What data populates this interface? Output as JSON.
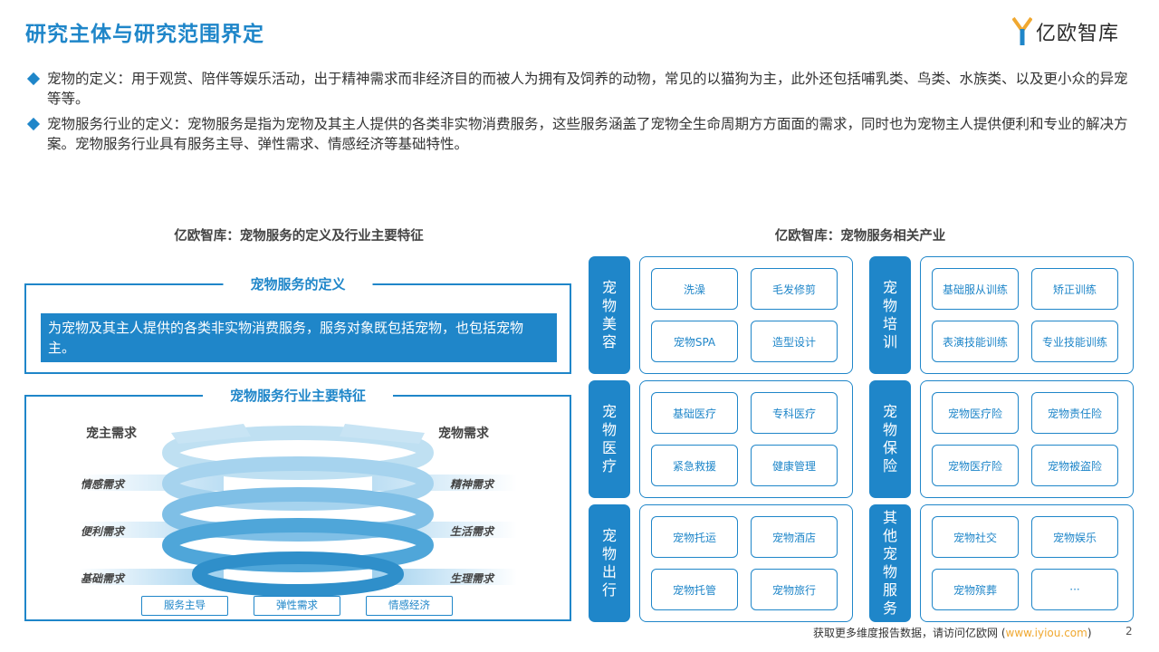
{
  "page": {
    "title": "研究主体与研究范围界定",
    "number": "2"
  },
  "logo": {
    "text": "亿欧智库"
  },
  "bullets": [
    "宠物的定义：用于观赏、陪伴等娱乐活动，出于精神需求而非经济目的而被人为拥有及饲养的动物，常见的以猫狗为主，此外还包括哺乳类、鸟类、水族类、以及更小众的异宠等等。",
    "宠物服务行业的定义：宠物服务是指为宠物及其主人提供的各类非实物消费服务，这些服务涵盖了宠物全生命周期方方面面的需求，同时也为宠物主人提供便利和专业的解决方案。宠物服务行业具有服务主导、弹性需求、情感经济等基础特性。"
  ],
  "left": {
    "heading": "亿欧智库：宠物服务的定义及行业主要特征",
    "definition_title": "宠物服务的定义",
    "definition_text": "为宠物及其主人提供的各类非实物消费服务，服务对象既包括宠物，也包括宠物主。",
    "features_title": "宠物服务行业主要特征",
    "owner_label": "宠主需求",
    "pet_label": "宠物需求",
    "owner_needs": [
      "情感需求",
      "便利需求",
      "基础需求"
    ],
    "pet_needs": [
      "精神需求",
      "生活需求",
      "生理需求"
    ],
    "tags": [
      "服务主导",
      "弹性需求",
      "情感经济"
    ]
  },
  "right": {
    "heading": "亿欧智库：宠物服务相关产业",
    "categories": [
      {
        "name": "宠物美容",
        "items": [
          "洗澡",
          "毛发修剪",
          "宠物SPA",
          "造型设计"
        ]
      },
      {
        "name": "宠物培训",
        "items": [
          "基础服从训练",
          "矫正训练",
          "表演技能训练",
          "专业技能训练"
        ]
      },
      {
        "name": "宠物医疗",
        "items": [
          "基础医疗",
          "专科医疗",
          "紧急救援",
          "健康管理"
        ]
      },
      {
        "name": "宠物保险",
        "items": [
          "宠物医疗险",
          "宠物责任险",
          "宠物医疗险",
          "宠物被盗险"
        ]
      },
      {
        "name": "宠物出行",
        "items": [
          "宠物托运",
          "宠物酒店",
          "宠物托管",
          "宠物旅行"
        ]
      },
      {
        "name": "其他宠物服务",
        "items": [
          "宠物社交",
          "宠物娱乐",
          "宠物殡葬",
          "···"
        ]
      }
    ]
  },
  "footer": {
    "text": "获取更多维度报告数据，请访问亿欧网 (",
    "link": "www.iyiou.com",
    "close": ")"
  },
  "colors": {
    "accent": "#1f86c9",
    "link": "#f0a830"
  }
}
